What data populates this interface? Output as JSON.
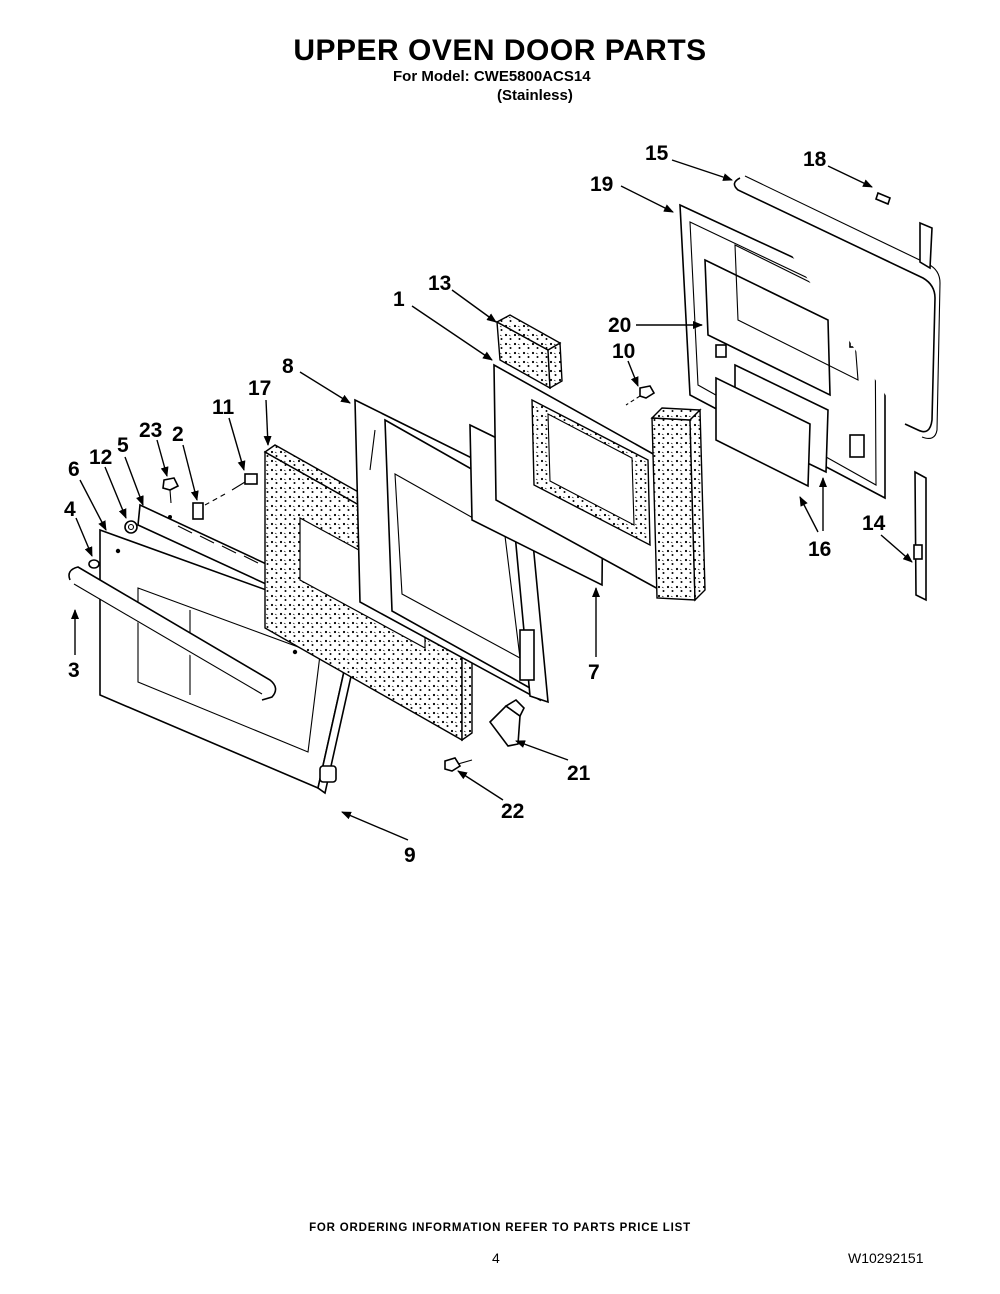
{
  "header": {
    "title": "UPPER OVEN DOOR PARTS",
    "model_line": "For Model: CWE5800ACS14",
    "finish_line": "(Stainless)"
  },
  "callouts": [
    "1",
    "2",
    "3",
    "4",
    "5",
    "6",
    "7",
    "8",
    "9",
    "10",
    "11",
    "12",
    "13",
    "14",
    "15",
    "16",
    "17",
    "18",
    "19",
    "20",
    "21",
    "22",
    "23"
  ],
  "footer": {
    "ordering_note": "FOR ORDERING INFORMATION REFER TO PARTS PRICE LIST",
    "page_number": "4",
    "document_number": "W10292151"
  }
}
